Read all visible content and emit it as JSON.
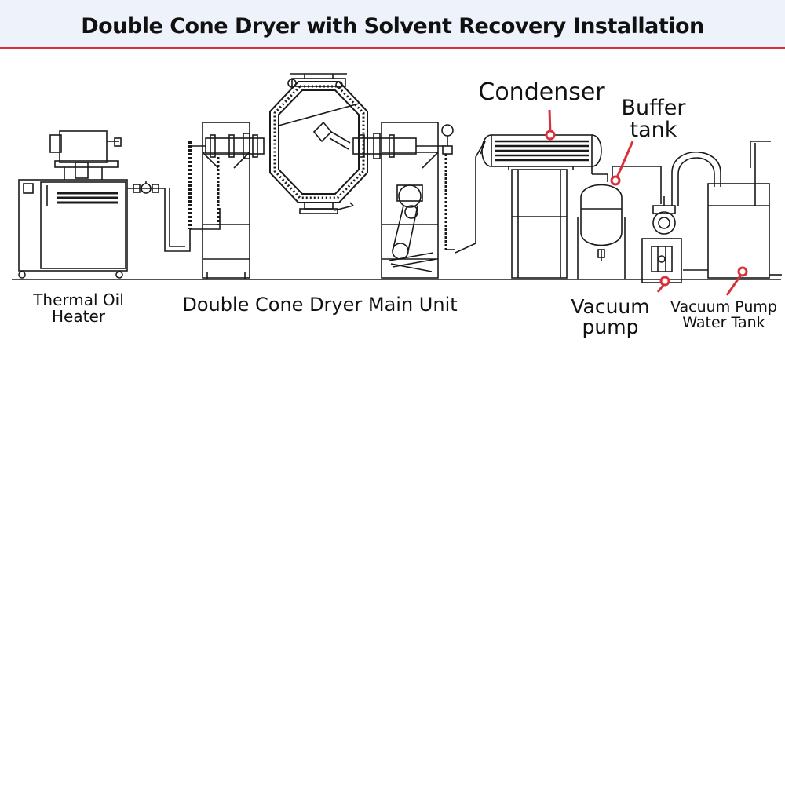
{
  "header": {
    "title": "Double Cone Dryer with Solvent Recovery Installation",
    "background_color": "#eef3fb",
    "rule_color": "#d8313c"
  },
  "labels": {
    "thermal_oil_heater": "Thermal Oil\nHeater",
    "main_unit": "Double Cone Dryer Main Unit",
    "condenser": "Condenser",
    "buffer_tank": "Buffer\ntank",
    "vacuum_pump": "Vacuum\npump",
    "water_tank": "Vacuum Pump\nWater Tank"
  },
  "colors": {
    "line_art": "#1a1a1a",
    "callout_marker": "#d8313c"
  }
}
